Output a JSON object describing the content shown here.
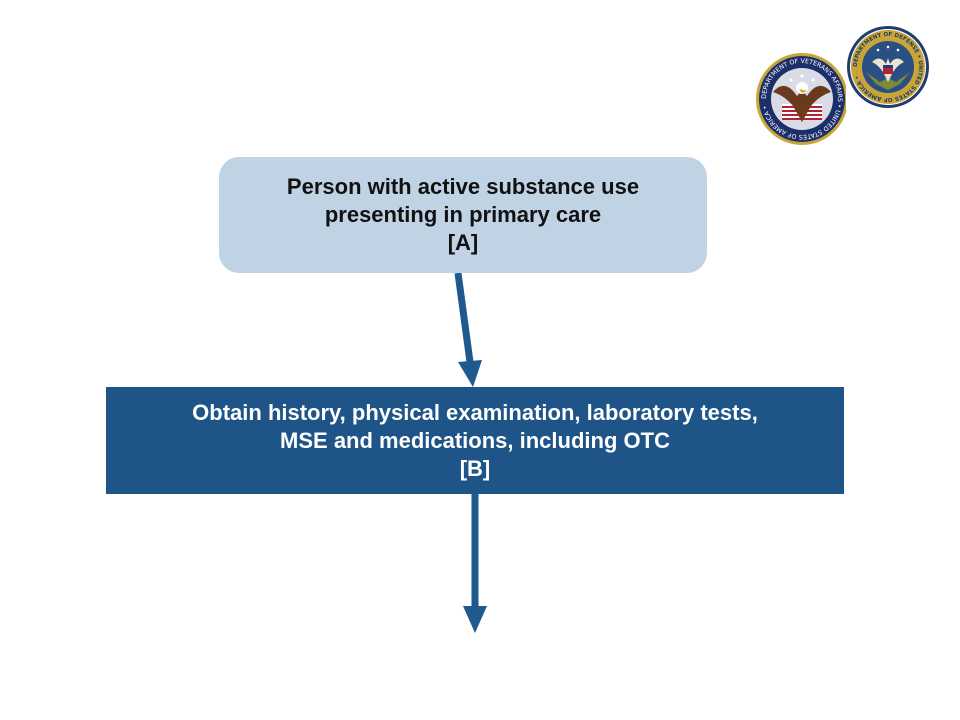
{
  "flowchart": {
    "nodes": [
      {
        "id": "A",
        "lines": [
          "Person with active substance use",
          "presenting in primary care",
          "[A]"
        ],
        "fill": "#c0d3e4",
        "text_color": "#111111"
      },
      {
        "id": "B",
        "lines": [
          "Obtain history, physical examination, laboratory tests,",
          "MSE and medications, including OTC",
          "[B]"
        ],
        "fill": "#1e5488",
        "text_color": "#ffffff"
      }
    ],
    "edges": [
      {
        "from": "A",
        "to": "B"
      },
      {
        "from": "B",
        "to": null
      }
    ],
    "arrow_color": "#1f5a8e"
  },
  "logos": {
    "va_seal": {
      "icon": "va-seal-icon",
      "text": "DEPARTMENT OF VETERANS AFFAIRS • UNITED STATES OF AMERICA •"
    },
    "dod_seal": {
      "icon": "dod-seal-icon",
      "text": "DEPARTMENT OF DEFENSE • UNITED STATES OF AMERICA •"
    }
  }
}
